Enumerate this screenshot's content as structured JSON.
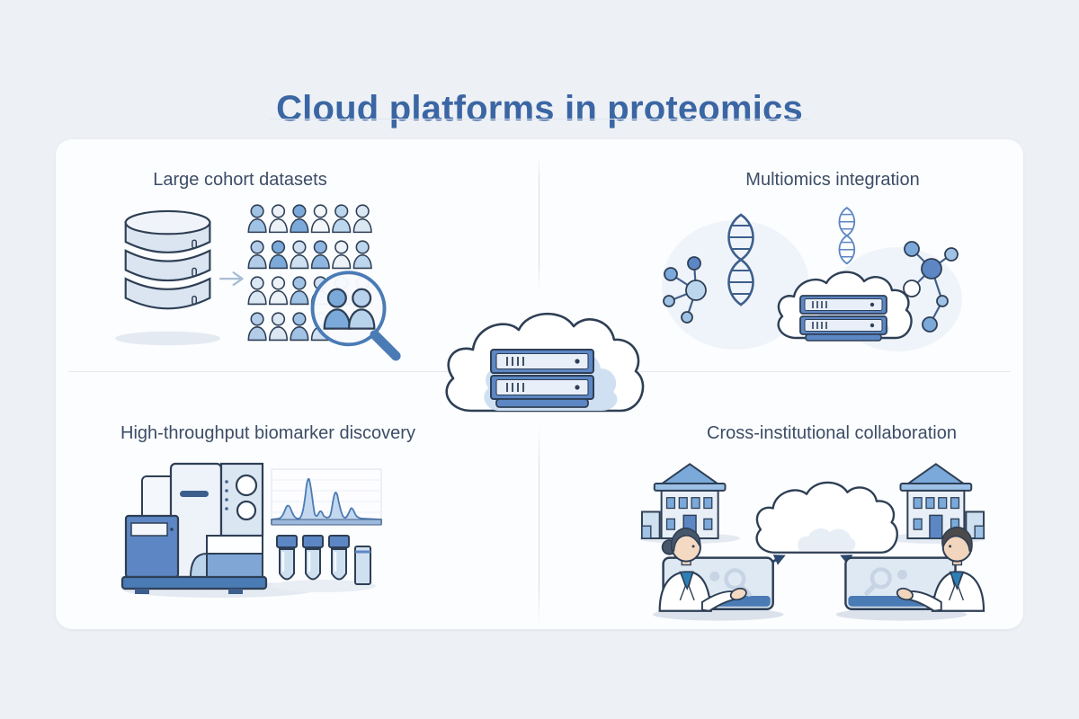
{
  "title": "Cloud platforms in proteomics",
  "center": {
    "icon": "cloud-server-icon",
    "description": "cloud hosting a two-unit server rack"
  },
  "quadrants": {
    "top_left": {
      "label": "Large cohort datasets",
      "icons": [
        "database-icon",
        "arrow-right-icon",
        "cohort-people-grid-icon",
        "magnifier-people-icon"
      ]
    },
    "top_right": {
      "label": "Multiomics integration",
      "icons": [
        "molecule-icon",
        "dna-helix-icon",
        "cloud-server-icon",
        "dna-helix-small-icon",
        "molecule-cluster-icon"
      ]
    },
    "bottom_left": {
      "label": "High-throughput biomarker discovery",
      "icons": [
        "mass-spectrometer-icon",
        "chromatogram-icon",
        "test-tubes-icon"
      ]
    },
    "bottom_right": {
      "label": "Cross-institutional collaboration",
      "icons": [
        "building-icon",
        "cloud-icon",
        "building-icon",
        "sync-arrows-icon",
        "scientist-screen-icon",
        "scientist-screen-icon"
      ]
    }
  },
  "colors": {
    "background": "#edf0f5",
    "card": "#fcfdfe",
    "title_text": "#3b66a4",
    "label_text": "#3c4d66",
    "outline": "#2e3f55",
    "blue_dark": "#4a7bb5",
    "blue_mid": "#7ba9da",
    "blue_soft": "#bcd6ee",
    "blue_pale": "#cfe0f1",
    "cloud_inner": "#cfe0f2"
  }
}
